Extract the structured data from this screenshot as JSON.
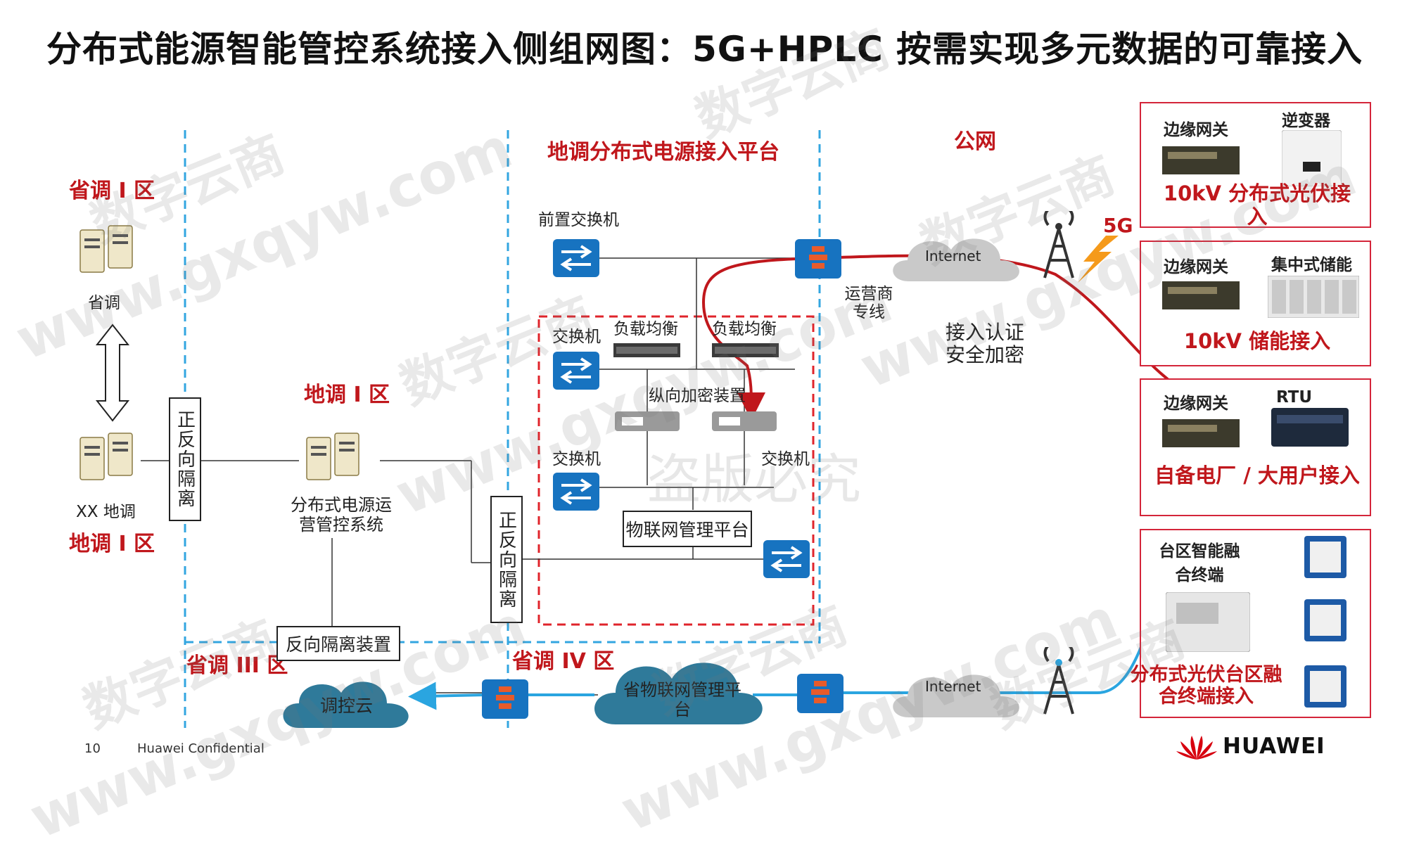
{
  "title": "分布式能源智能管控系统接入侧组网图：5G+HPLC 按需实现多元数据的可靠接入",
  "zones": {
    "prov_1": "省调 I 区",
    "local_1_left": "地调 I 区",
    "local_1_mid": "地调 I 区",
    "platform": "地调分布式电源接入平台",
    "public_net": "公网",
    "prov_3": "省调 III 区",
    "prov_4": "省调 IV 区"
  },
  "labels": {
    "prov_server": "省调",
    "xx_local": "XX 地调",
    "fwd_rev_1": "正反向隔离",
    "fwd_rev_2": "正反向隔离",
    "ops_system": "分布式电源运营管控系统",
    "front_switch": "前置交换机",
    "switch_1": "交换机",
    "load_bal_1": "负载均衡",
    "load_bal_2": "负载均衡",
    "vert_encrypt": "纵向加密装置",
    "switch_2": "交换机",
    "switch_3": "交换机",
    "iot_platform": "物联网管理平台",
    "rev_isolation": "反向隔离装置",
    "dispatch_cloud": "调控云",
    "prov_iot_cloud": "省物联网管理平台",
    "internet_top": "Internet",
    "internet_bottom": "Internet",
    "carrier_line": "运营商专线",
    "auth_encrypt": "接入认证安全加密",
    "five_g": "5G"
  },
  "panels": [
    {
      "left_title": "边缘网关",
      "right_title": "逆变器",
      "caption": "10kV 分布式光伏接入"
    },
    {
      "left_title": "边缘网关",
      "right_title": "集中式储能",
      "caption": "10kV 储能接入"
    },
    {
      "left_title": "边缘网关",
      "right_title": "RTU",
      "caption": "自备电厂 / 大用户接入"
    },
    {
      "left_title": "台区智能融合终端",
      "caption": "分布式光伏台区融合终端接入"
    }
  ],
  "watermarks": {
    "text_cn": "数字云商",
    "text_url": "www.gxqyw.com",
    "center": "盗版必究"
  },
  "footer": {
    "page_num": "10",
    "confidential": "Huawei Confidential",
    "brand": "HUAWEI"
  },
  "colors": {
    "accent_red": "#c0171c",
    "dashed_blue": "#33a6e0",
    "red_link": "#c0171c",
    "blue_link": "#2aa5e0",
    "device_blue": "#1773c0"
  }
}
